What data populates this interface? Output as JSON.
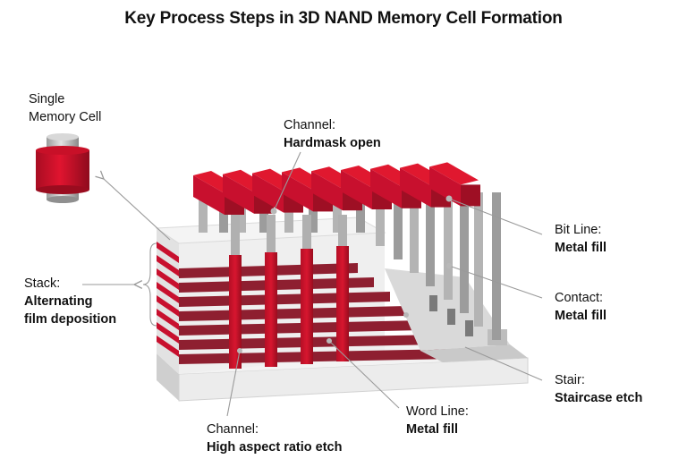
{
  "title": "Key Process Steps in 3D NAND Memory Cell Formation",
  "colors": {
    "red": "#c8102e",
    "red_dark": "#9e0f24",
    "wordline": "#8e1f30",
    "gray_pillar": "#a9a9a9",
    "base": "#e6e6e6",
    "leader": "#9a9a9a"
  },
  "labels": {
    "single_cell": {
      "line1": "Single",
      "line2": "Memory Cell"
    },
    "stack": {
      "heading": "Stack:",
      "line1": "Alternating",
      "line2": "film deposition"
    },
    "hardmask": {
      "heading": "Channel:",
      "bold": "Hardmask open"
    },
    "bitline": {
      "heading": "Bit Line:",
      "bold": "Metal fill"
    },
    "contact": {
      "heading": "Contact:",
      "bold": "Metal fill"
    },
    "stair": {
      "heading": "Stair:",
      "bold": "Staircase etch"
    },
    "wordline": {
      "heading": "Word Line:",
      "bold": "Metal fill"
    },
    "channel_etch": {
      "heading": "Channel:",
      "bold": "High aspect ratio etch"
    }
  }
}
